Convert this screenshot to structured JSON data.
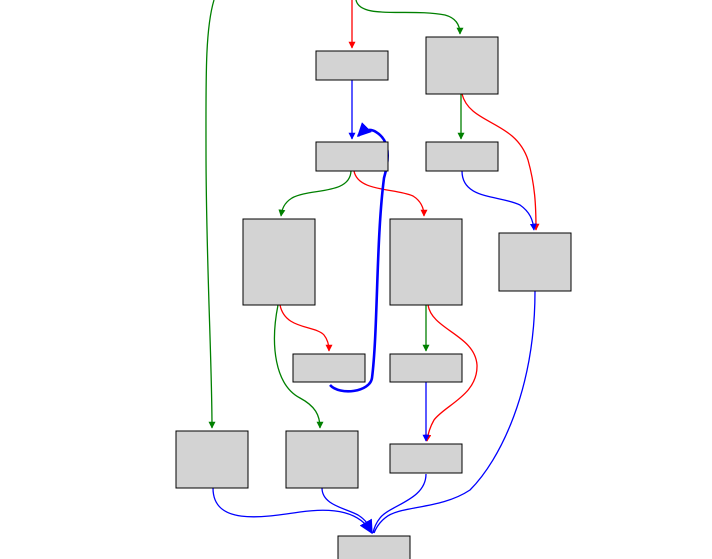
{
  "graph": {
    "node_fill": "#d3d3d3",
    "node_stroke": "#000000",
    "background": "#ffffff",
    "edge_colors": {
      "true_branch": "#008000",
      "false_branch": "#ff0000",
      "unconditional": "#0000ff"
    },
    "nodes": [
      {
        "id": "n-entry-left"
      },
      {
        "id": "n-top-a"
      },
      {
        "id": "n-top-b"
      },
      {
        "id": "n-loop-header"
      },
      {
        "id": "n-b-child"
      },
      {
        "id": "n-branch-left"
      },
      {
        "id": "n-branch-right"
      },
      {
        "id": "n-far-right"
      },
      {
        "id": "n-loop-body"
      },
      {
        "id": "n-right-child"
      },
      {
        "id": "n-left-exit"
      },
      {
        "id": "n-mid-exit"
      },
      {
        "id": "n-right-exit"
      },
      {
        "id": "n-join"
      }
    ]
  }
}
